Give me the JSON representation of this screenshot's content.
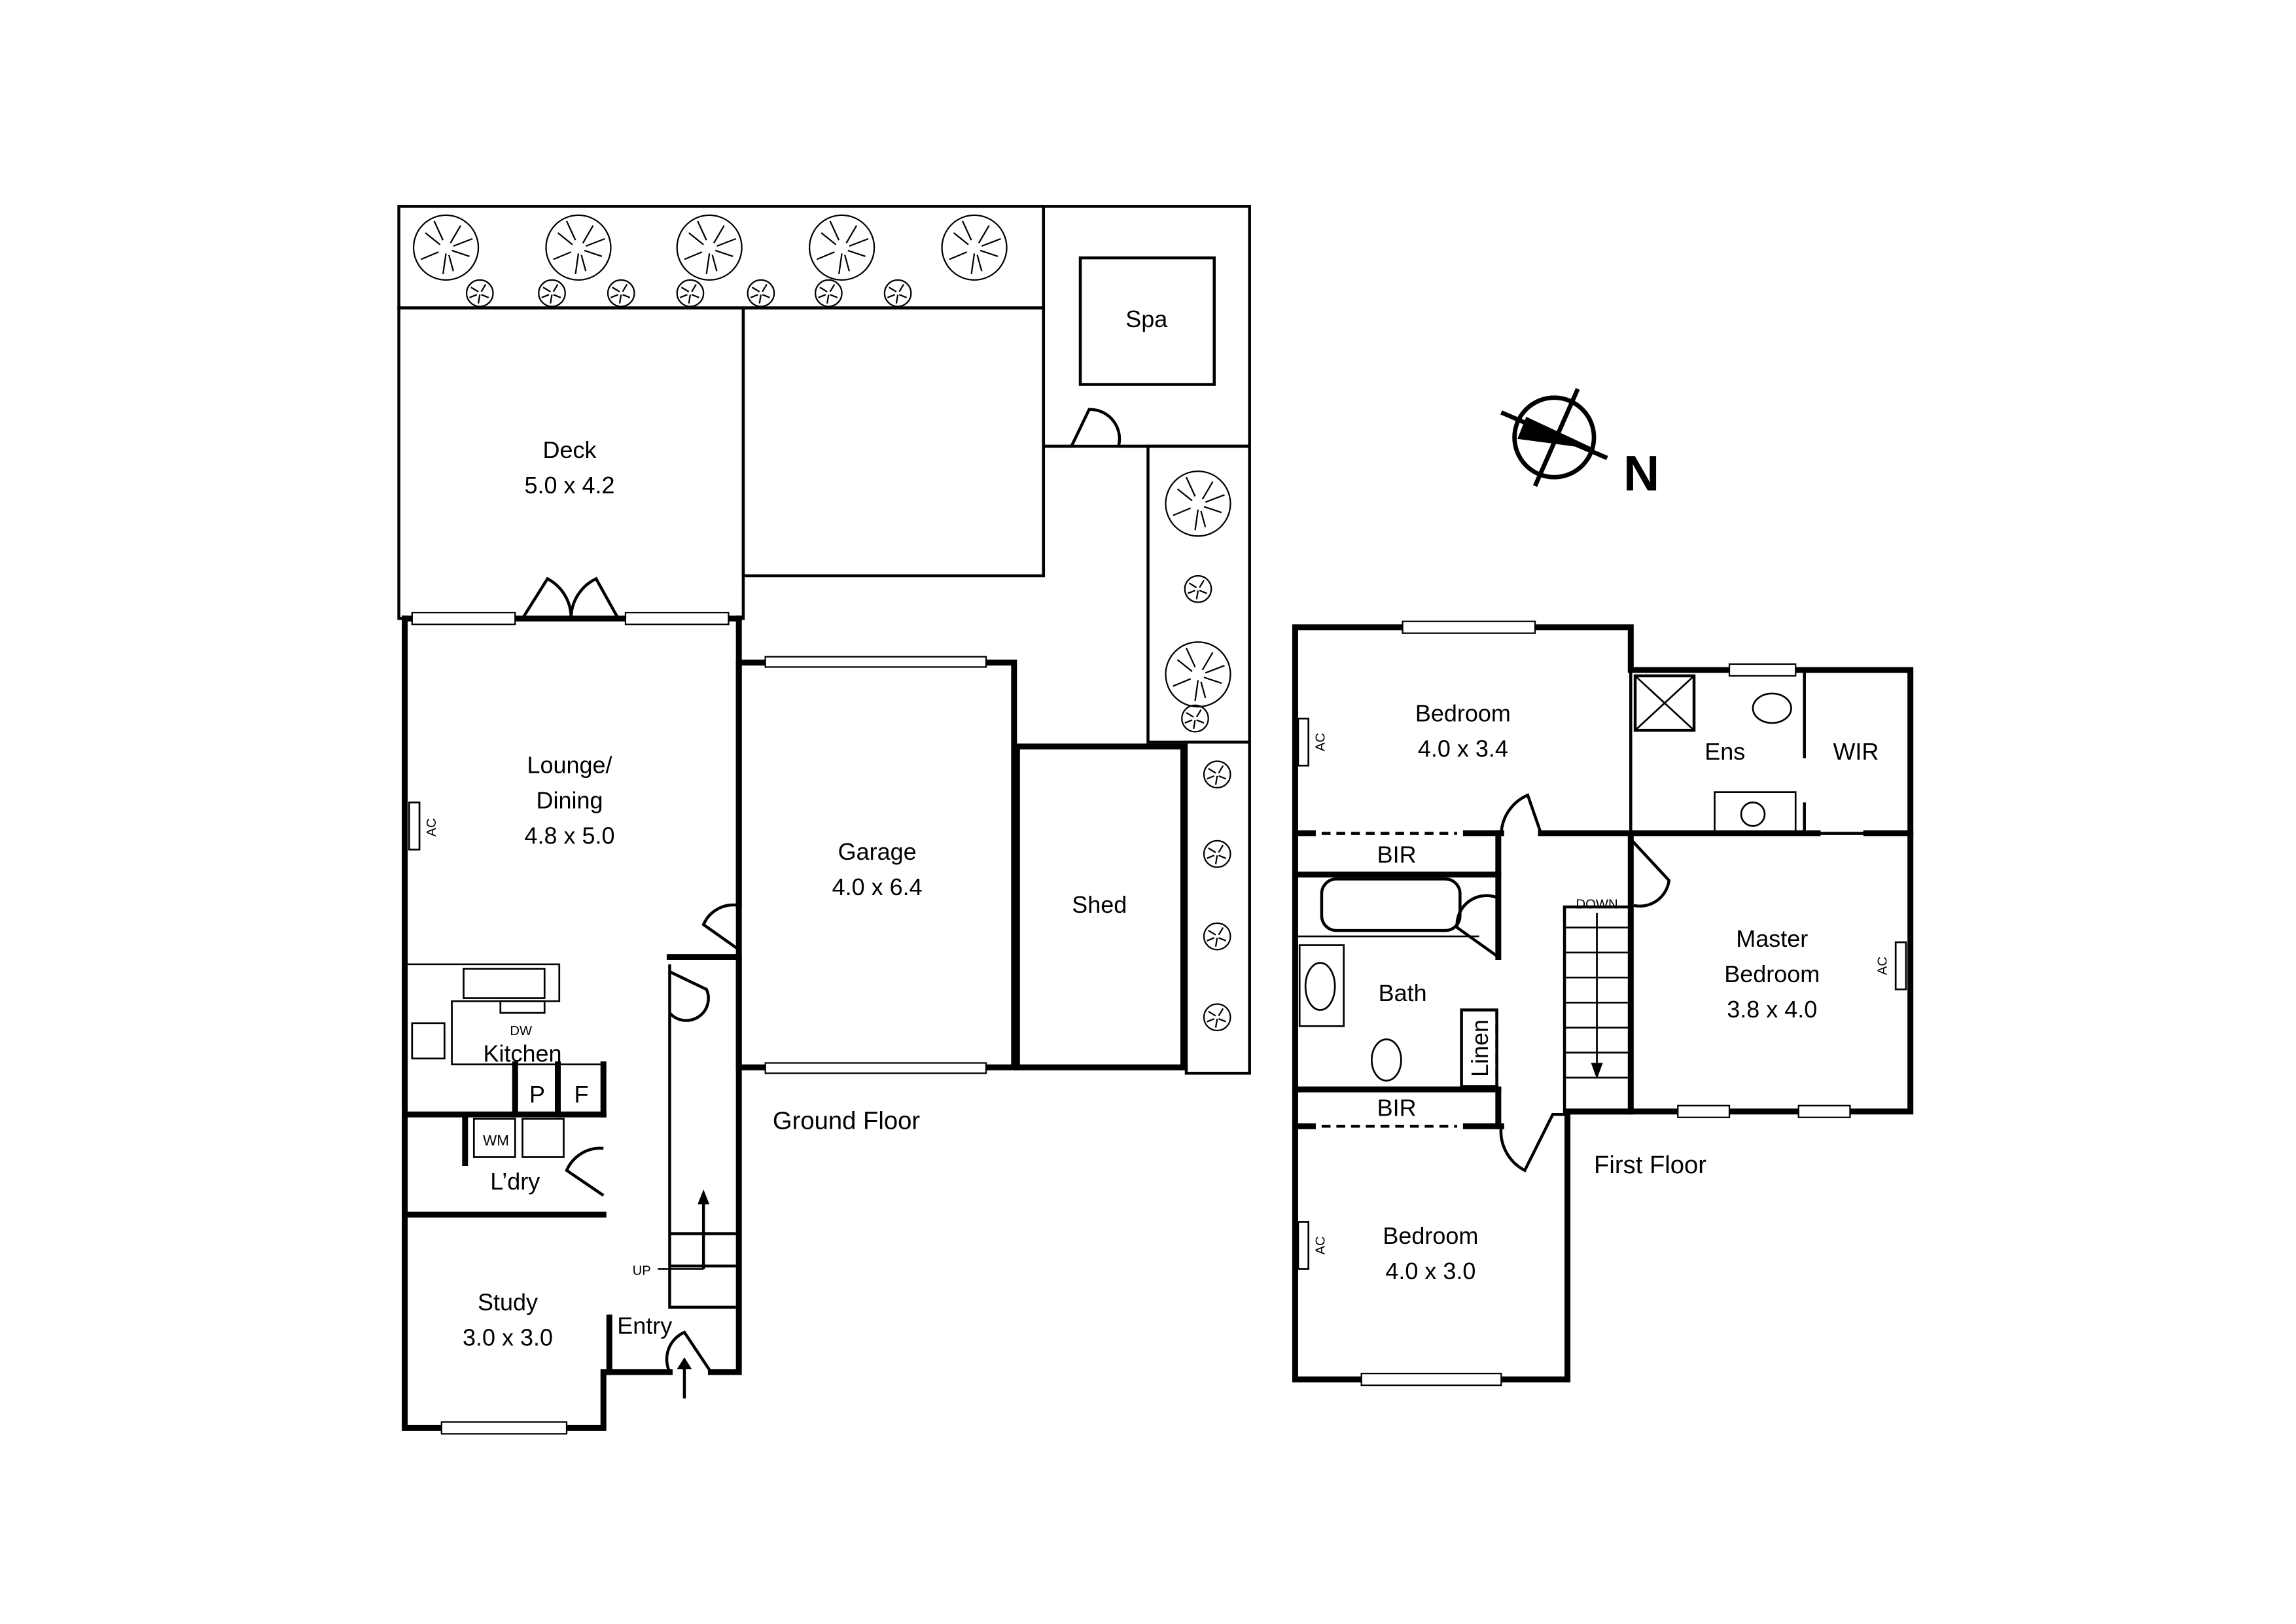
{
  "compass": {
    "label": "N"
  },
  "ground_floor": {
    "title": "Ground Floor",
    "rooms": {
      "deck": {
        "name": "Deck",
        "size": "5.0 x 4.2"
      },
      "spa": {
        "name": "Spa"
      },
      "lounge": {
        "line1": "Lounge/",
        "line2": "Dining",
        "size": "4.8 x 5.0"
      },
      "garage": {
        "name": "Garage",
        "size": "4.0 x 6.4"
      },
      "shed": {
        "name": "Shed"
      },
      "kitchen": {
        "name": "Kitchen",
        "dw": "DW",
        "pantry": "P",
        "fridge": "F"
      },
      "laundry": {
        "name": "L’dry",
        "wm": "WM"
      },
      "study": {
        "name": "Study",
        "size": "3.0 x 3.0"
      },
      "entry": {
        "name": "Entry"
      }
    },
    "ac": "AC",
    "stairs": "UP"
  },
  "first_floor": {
    "title": "First Floor",
    "rooms": {
      "bedroom_top": {
        "name": "Bedroom",
        "size": "4.0 x 3.4"
      },
      "ensuite": {
        "name": "Ens"
      },
      "wir": {
        "name": "WIR"
      },
      "bir_top": {
        "name": "BIR"
      },
      "bath": {
        "name": "Bath"
      },
      "linen": {
        "name": "Linen"
      },
      "master": {
        "line1": "Master",
        "line2": "Bedroom",
        "size": "3.8 x 4.0"
      },
      "bir_bottom": {
        "name": "BIR"
      },
      "bedroom_bottom": {
        "name": "Bedroom",
        "size": "4.0 x 3.0"
      }
    },
    "ac": "AC",
    "stairs": "DOWN"
  }
}
